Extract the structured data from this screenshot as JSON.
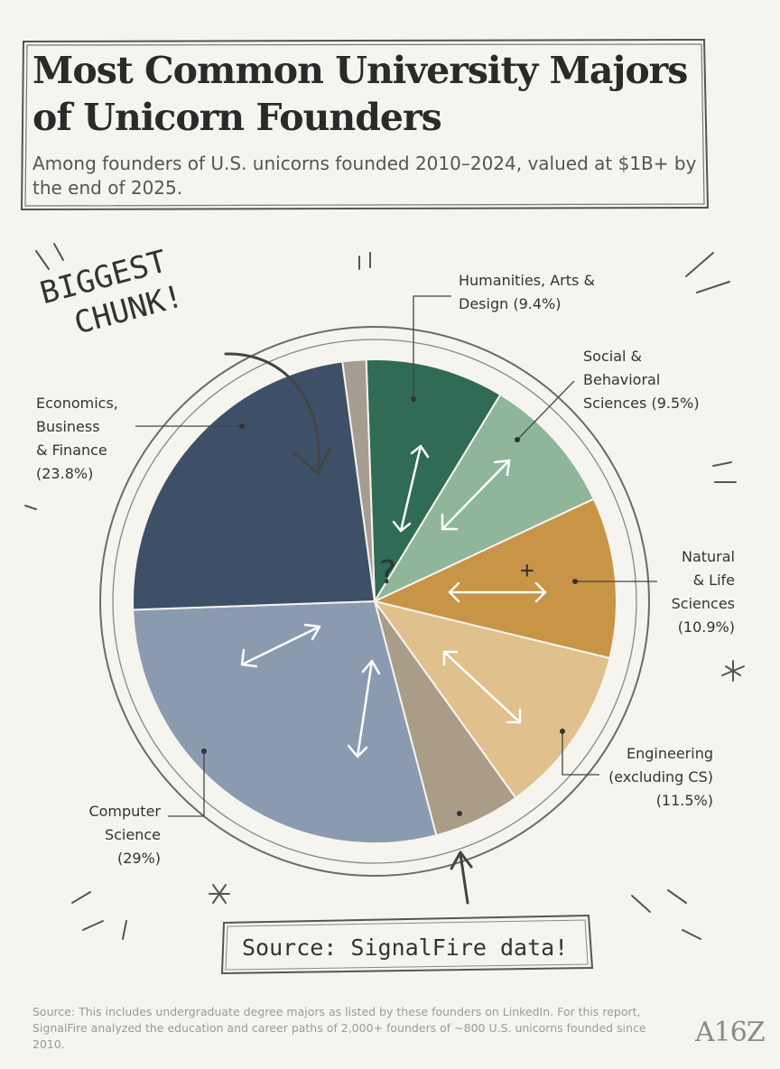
{
  "header": {
    "title": "Most Common University Majors of Unicorn Founders",
    "subtitle": "Among founders of U.S. unicorns founded 2010–2024, valued at $1B+ by the end of 2025."
  },
  "annotations": {
    "callout_line1": "BIGGEST",
    "callout_line2": "CHUNK!",
    "source_note": "Source: SignalFire data!",
    "question_mark": "?",
    "plus_mark": "+"
  },
  "chart_data": {
    "type": "pie",
    "start_angle_deg": -2,
    "slices": [
      {
        "label": [
          "Humanities, Arts &",
          "Design (9.4%)"
        ],
        "value": 9.4,
        "color": "#2f6b55"
      },
      {
        "label": [
          "Social &",
          "Behavioral",
          "Sciences (9.5%)"
        ],
        "value": 9.5,
        "color": "#8fb69a"
      },
      {
        "label": [
          "Natural",
          "& Life",
          "Sciences",
          "(10.9%)"
        ],
        "value": 10.9,
        "color": "#c89445"
      },
      {
        "label": [
          "Engineering",
          "(excluding CS)",
          "(11.5%)"
        ],
        "value": 11.5,
        "color": "#e0c08c"
      },
      {
        "label": [],
        "value": 5.9,
        "color": "#a99d88"
      },
      {
        "label": [
          "Computer",
          "Science",
          "(29%)"
        ],
        "value": 29,
        "color": "#8a9bb0"
      },
      {
        "label": [
          "Economics,",
          "Business",
          "& Finance",
          "(23.8%)"
        ],
        "value": 23.8,
        "color": "#3e5068"
      },
      {
        "label": [],
        "value": 1.6,
        "color": "#a59d8f"
      }
    ]
  },
  "footer": {
    "footnote": "Source: This includes undergraduate degree majors as listed by these founders on LinkedIn. For this report, SignalFire analyzed the education and career paths of 2,000+ founders of ~800 U.S. unicorns founded since 2010.",
    "logo": "A16Z"
  }
}
